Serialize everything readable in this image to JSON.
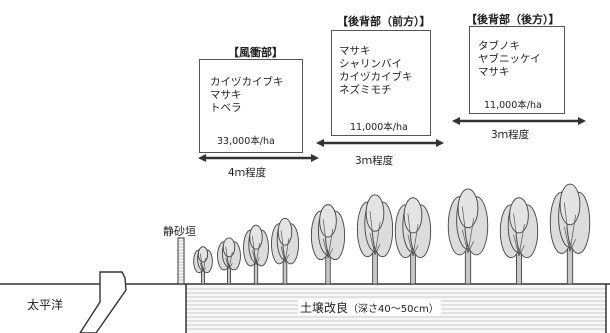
{
  "zones": [
    {
      "header": "【風衝部】",
      "species": [
        "カイヅカイブキ",
        "マサキ",
        "トベラ"
      ],
      "density": "33,000本/ha",
      "width": "4ｍ程度"
    },
    {
      "header": "【後背部（前方）】",
      "species": [
        "マサキ",
        "シャリンバイ",
        "カイヅカイブキ",
        "ネズミモチ"
      ],
      "density": "11,000本/ha",
      "width": "3ｍ程度"
    },
    {
      "header": "【後背部（後方）】",
      "species": [
        "タブノキ",
        "ヤブニッケイ",
        "マサキ"
      ],
      "density": "11,000本/ha",
      "width": "3ｍ程度"
    }
  ],
  "labels": {
    "fence": "静砂垣",
    "sea": "太平洋",
    "soil": "土壌改良",
    "soil_depth": "（深さ40～50cm）"
  }
}
